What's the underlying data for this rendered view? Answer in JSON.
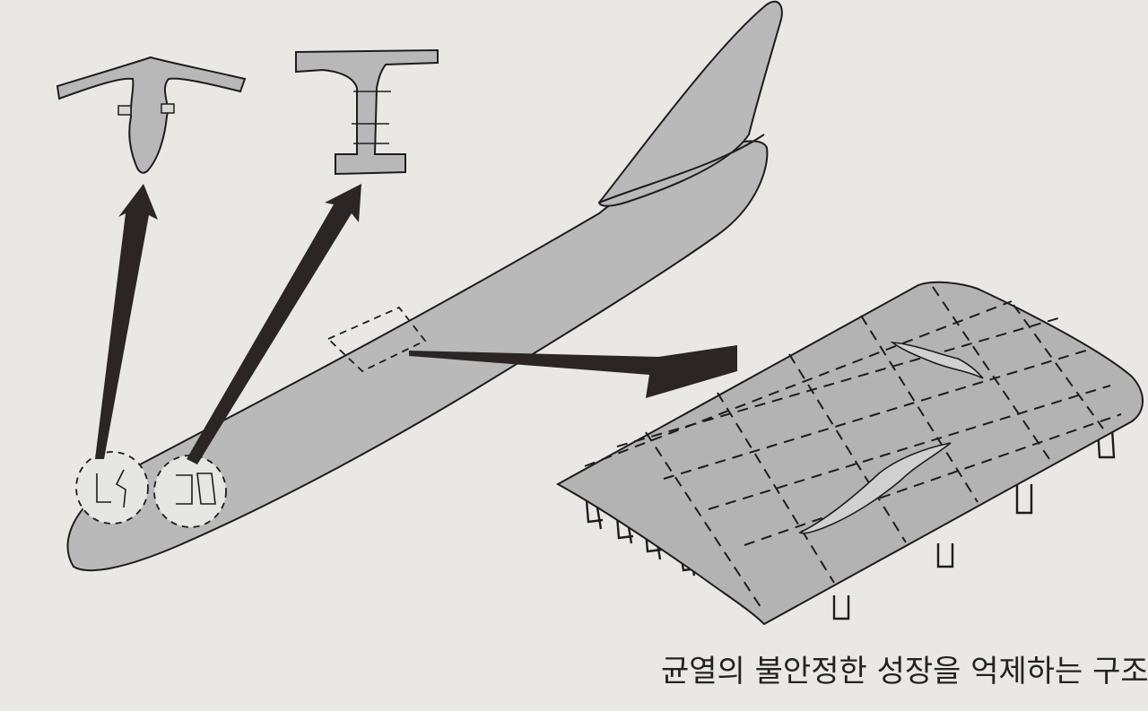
{
  "caption": "균열의 불안정한 성장을 억제하는 구조",
  "colors": {
    "paper": "#e9e8e4",
    "fill": "#b9b9b9",
    "stroke": "#1d1d1d",
    "arrow": "#2b2526"
  },
  "icons": {
    "frame_detail": "t-frame-section",
    "stringer_detail": "i-beam-stringer-section",
    "panel": "cracked-skin-panel"
  }
}
